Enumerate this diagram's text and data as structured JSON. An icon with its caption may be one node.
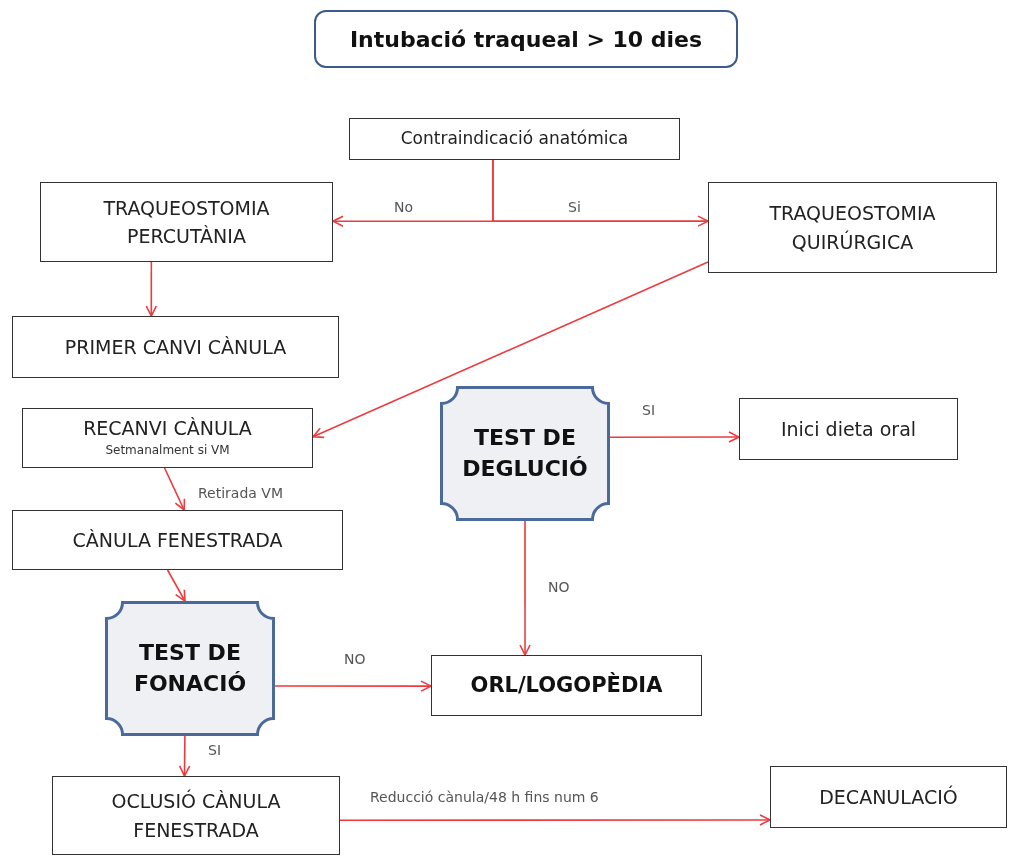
{
  "diagram": {
    "nodes": [
      {
        "text": [
          "Intubació traqueal > 10 dies"
        ]
      },
      {
        "text": [
          "Contraindicació anatómica"
        ]
      },
      {
        "text": [
          "TRAQUEOSTOMIA PERCUTÀNIA"
        ]
      },
      {
        "text": [
          "TRAQUEOSTOMIA QUIRÚRGICA"
        ]
      },
      {
        "text": [
          "PRIMER CANVI CÀNULA"
        ]
      },
      {
        "text": [
          "RECANVI CÀNULA",
          "Setmanalment si VM"
        ]
      },
      {
        "text": [
          "TEST DE DEGLUCIÓ"
        ]
      },
      {
        "text": [
          "Inici dieta oral"
        ]
      },
      {
        "text": [
          "CÀNULA FENESTRADA"
        ]
      },
      {
        "text": [
          "TEST DE FONACIÓ"
        ]
      },
      {
        "text": [
          "ORL/LOGOPÈDIA"
        ]
      },
      {
        "text": [
          "OCLUSIÓ CÀNULA FENESTRADA"
        ]
      },
      {
        "text": [
          "DECANULACIÓ"
        ]
      }
    ],
    "edges": [
      {
        "from": 1,
        "to": 2,
        "arrow": "to",
        "label": "No"
      },
      {
        "from": 1,
        "to": 3,
        "arrow": "to",
        "label": "Si"
      },
      {
        "from": 2,
        "to": 4,
        "arrow": "to"
      },
      {
        "from": 3,
        "to": 5,
        "arrow": "to"
      },
      {
        "from": 5,
        "to": 8,
        "arrow": "to",
        "label": "Retirada VM"
      },
      {
        "from": 6,
        "to": 7,
        "arrow": "to",
        "label": "SI"
      },
      {
        "from": 6,
        "to": 10,
        "arrow": "to",
        "label": "NO"
      },
      {
        "from": 8,
        "to": 9,
        "arrow": "to"
      },
      {
        "from": 9,
        "to": 10,
        "arrow": "to",
        "label": "NO"
      },
      {
        "from": 9,
        "to": 11,
        "arrow": "to",
        "label": "SI"
      },
      {
        "from": 11,
        "to": 12,
        "arrow": "to",
        "label": "Reducció cànula/48 h fins num 6"
      }
    ]
  }
}
